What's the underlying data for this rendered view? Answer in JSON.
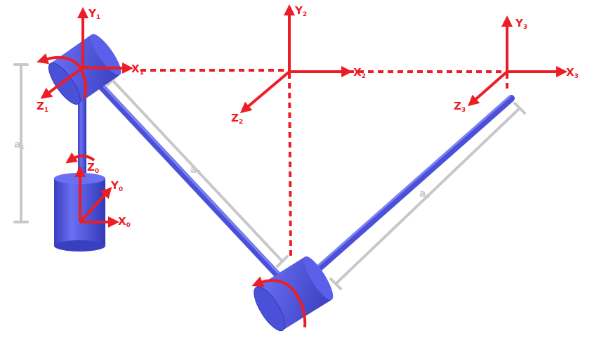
{
  "diagram": {
    "colors": {
      "frame": "#ee1c24",
      "link": "#4f55e0",
      "dimension": "#c8c8c8",
      "background": "#ffffff"
    },
    "frames": [
      {
        "id": "0",
        "x_label": "X",
        "x_sub": "0",
        "y_label": "Y",
        "y_sub": "0",
        "z_label": "Z",
        "z_sub": "0"
      },
      {
        "id": "1",
        "x_label": "X",
        "x_sub": "1",
        "y_label": "Y",
        "y_sub": "1",
        "z_label": "Z",
        "z_sub": "1"
      },
      {
        "id": "2",
        "x_label": "X",
        "x_sub": "2",
        "y_label": "Y",
        "y_sub": "2",
        "z_label": "Z",
        "z_sub": "2"
      },
      {
        "id": "3",
        "x_label": "X",
        "x_sub": "3",
        "y_label": "Y",
        "y_sub": "3",
        "z_label": "Z",
        "z_sub": "3"
      }
    ],
    "dimensions": [
      {
        "id": "a1",
        "label": "a",
        "sub": "1"
      },
      {
        "id": "a2",
        "label": "a",
        "sub": "2"
      },
      {
        "id": "a3",
        "label": "a",
        "sub": "3"
      }
    ]
  }
}
